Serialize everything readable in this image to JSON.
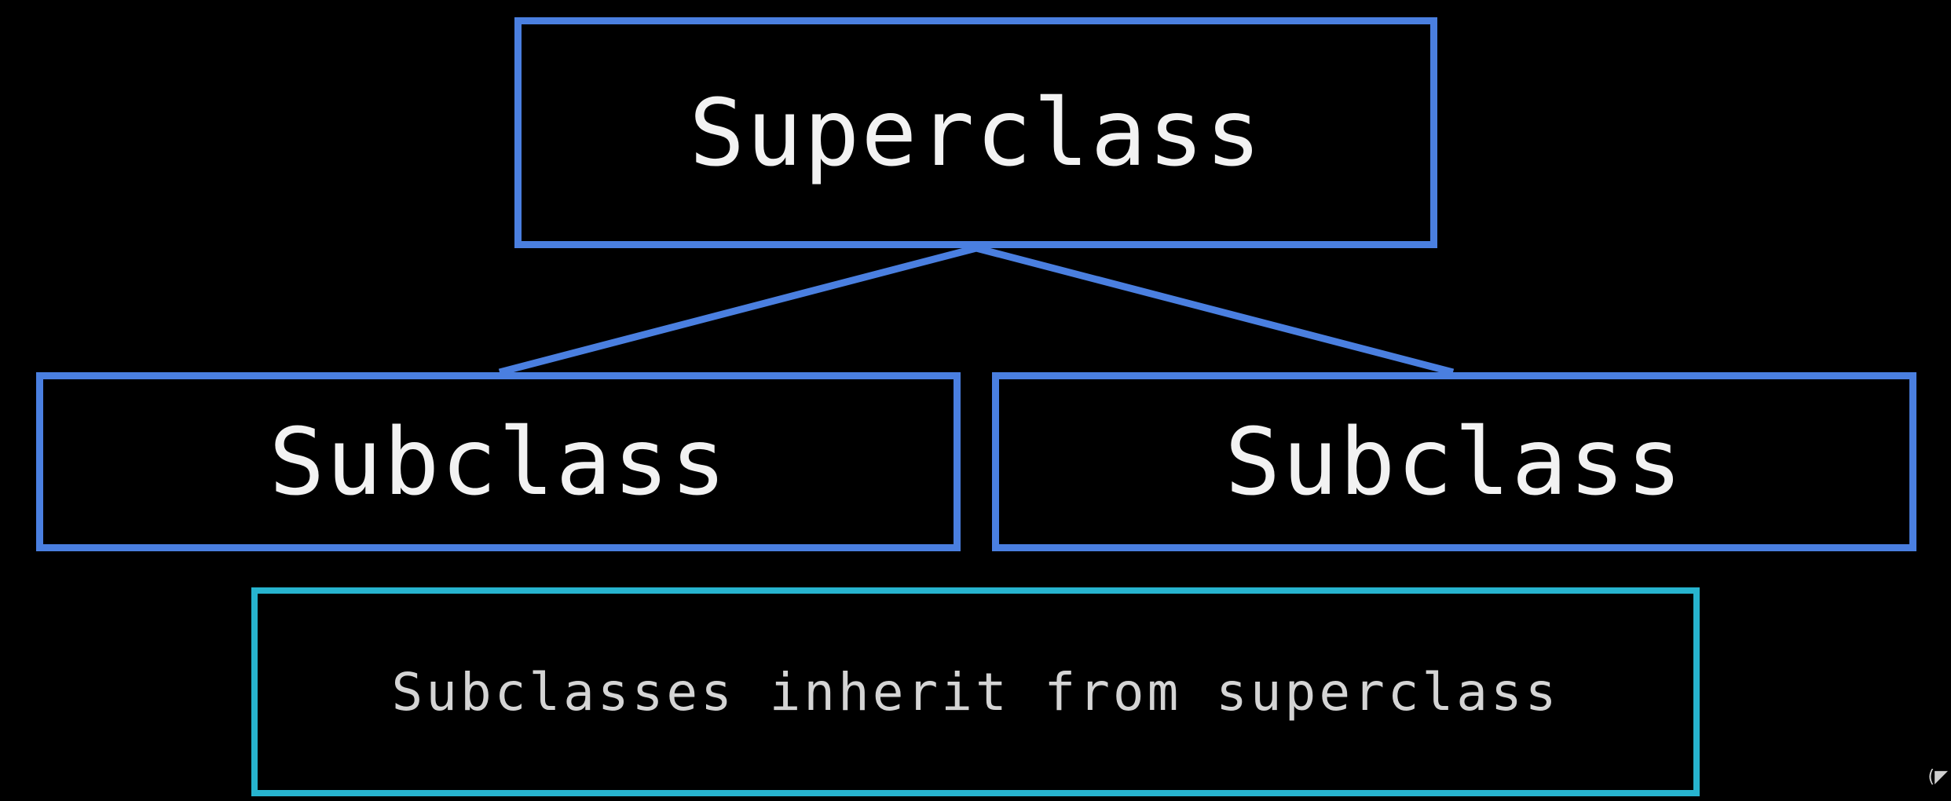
{
  "diagram": {
    "superclass": {
      "label": "Superclass"
    },
    "subclasses": [
      {
        "label": "Subclass"
      },
      {
        "label": "Subclass"
      }
    ],
    "note": {
      "label": "Subclasses inherit from superclass"
    }
  },
  "colors": {
    "background": "#000000",
    "class_border": "#4a7fe0",
    "note_border": "#27b4cf",
    "text": "#f2f2f2"
  }
}
